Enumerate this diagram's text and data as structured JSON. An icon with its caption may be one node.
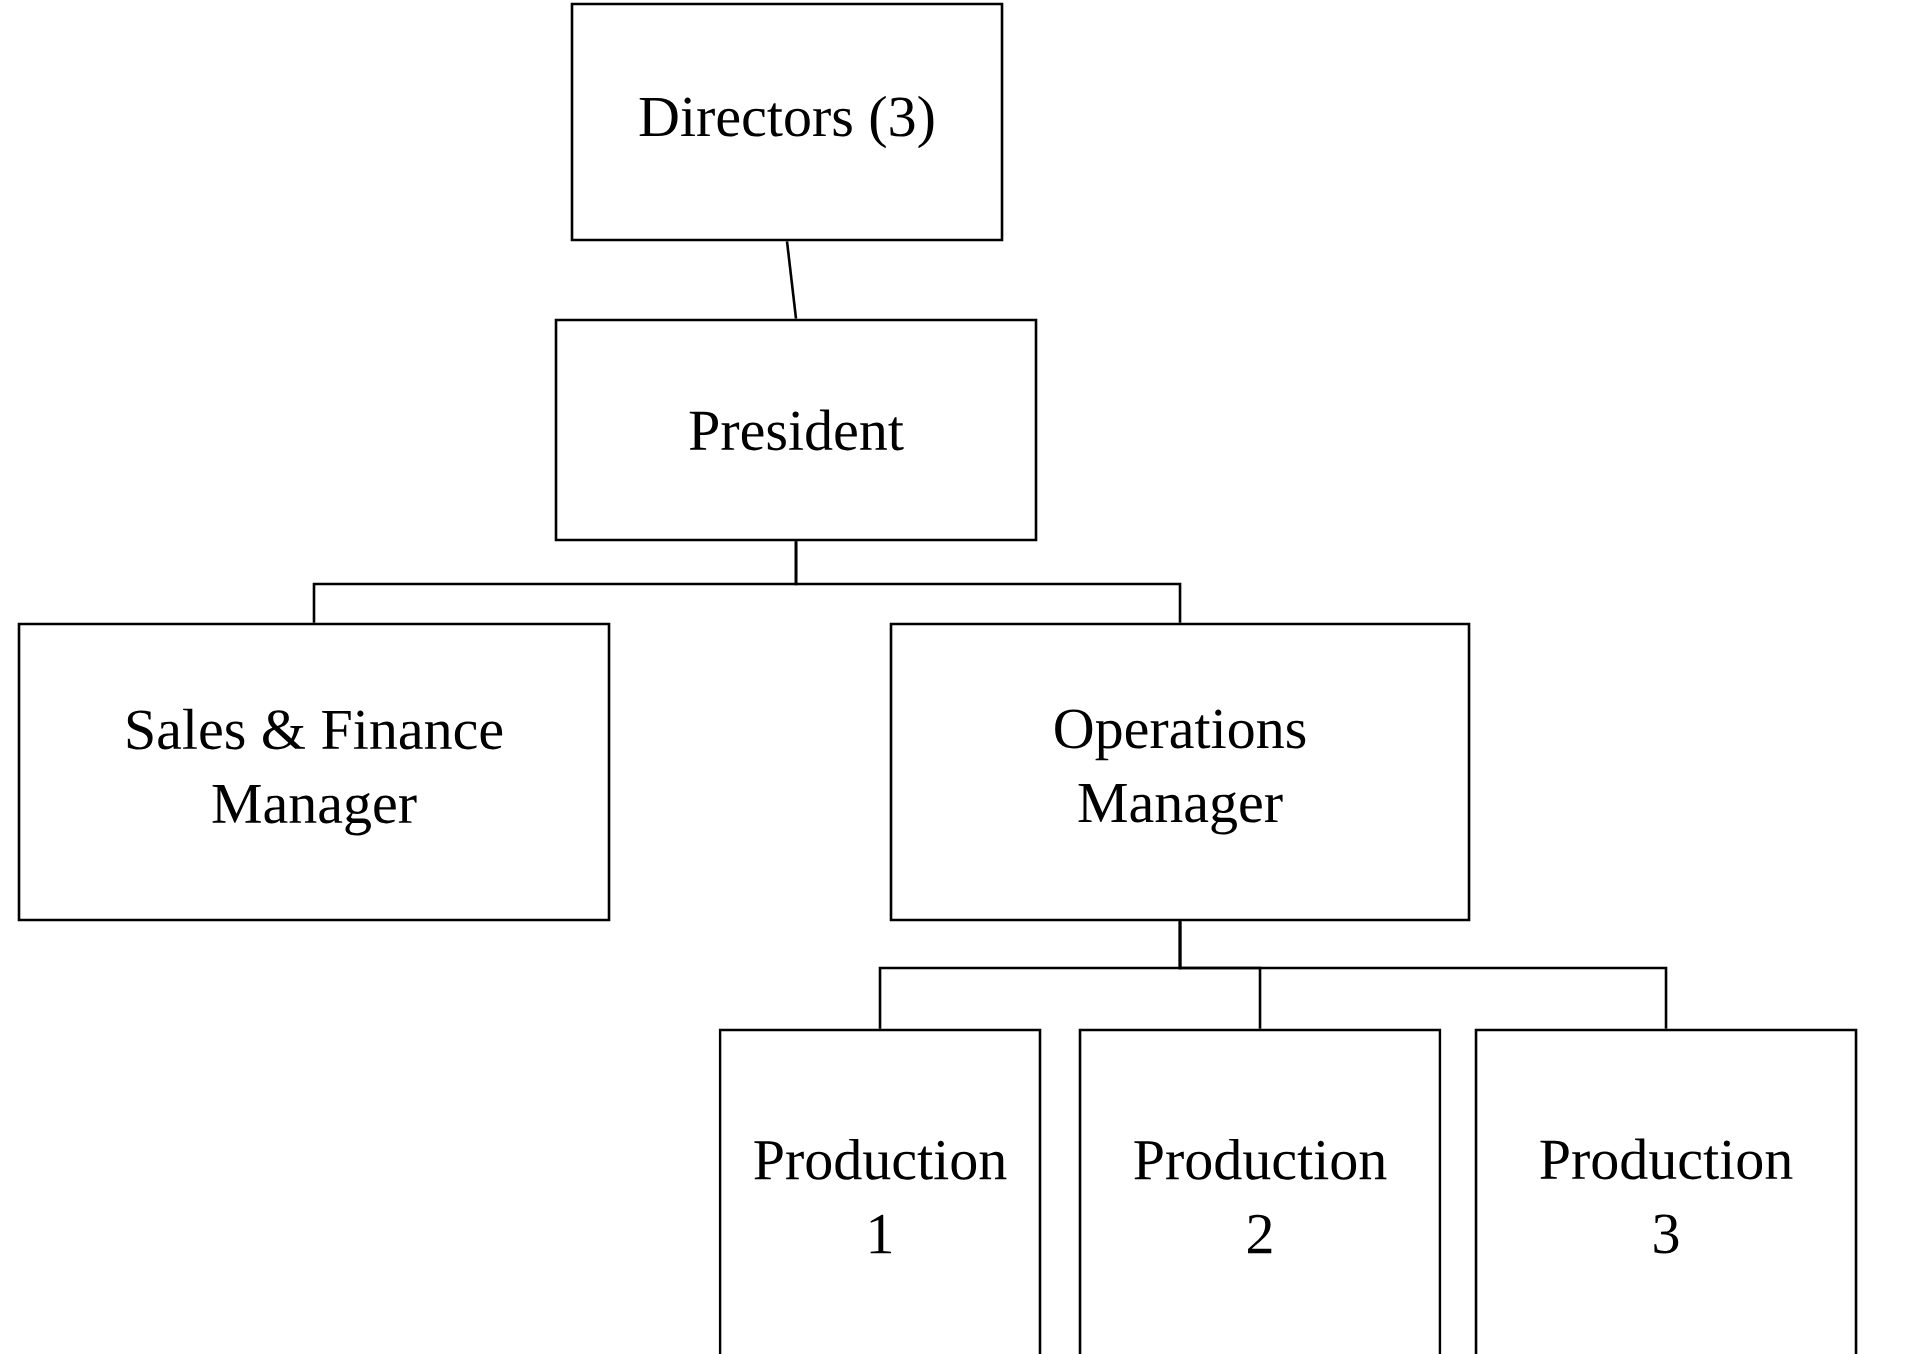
{
  "diagram": {
    "nodes": [
      {
        "text": [
          "Directors (3)"
        ]
      },
      {
        "text": [
          "President"
        ]
      },
      {
        "text": [
          "Sales & Finance Manager"
        ]
      },
      {
        "text": [
          "Operations Manager"
        ]
      },
      {
        "text": [
          "Production 1"
        ]
      },
      {
        "text": [
          "Production 2"
        ]
      },
      {
        "text": [
          "Production 3"
        ]
      }
    ],
    "edges": [
      {
        "from": 0,
        "to": 1,
        "arrow": "none"
      },
      {
        "from": 1,
        "to": 2,
        "arrow": "none"
      },
      {
        "from": 1,
        "to": 3,
        "arrow": "none"
      },
      {
        "from": 3,
        "to": 4,
        "arrow": "none"
      },
      {
        "from": 3,
        "to": 5,
        "arrow": "none"
      },
      {
        "from": 3,
        "to": 6,
        "arrow": "none"
      }
    ]
  }
}
